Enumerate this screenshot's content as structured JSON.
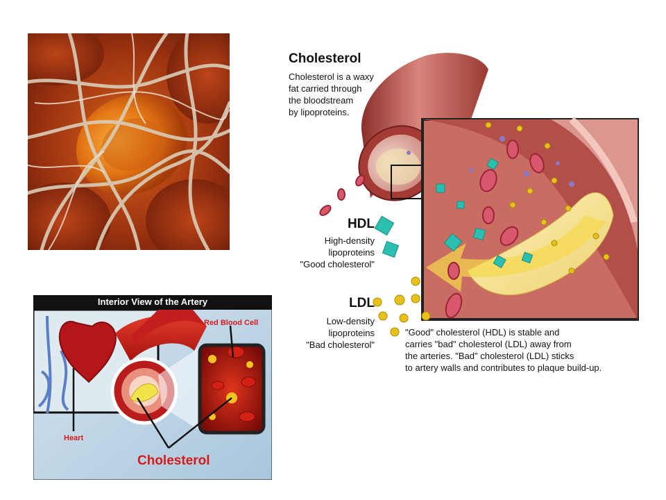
{
  "micrograph": {
    "alt": "red blood cell caught in fibrin mesh"
  },
  "artery_panel": {
    "title": "Interior View of the Artery",
    "red_blood_cell_label": "Red Blood Cell",
    "heart_label": "Heart",
    "cholesterol_label": "Cholesterol",
    "colors": {
      "banner": "#111111",
      "label_red": "#d61a1a",
      "artery": "#c41f1f",
      "background": "#bcd4e6"
    }
  },
  "diagram": {
    "title": "Cholesterol",
    "intro_lines": [
      "Cholesterol is a waxy",
      "fat carried through",
      "the bloodstream",
      "by lipoproteins."
    ],
    "hdl": {
      "heading": "HDL",
      "lines": [
        "High-density",
        "lipoproteins",
        "\"Good cholesterol\""
      ]
    },
    "ldl": {
      "heading": "LDL",
      "lines": [
        "Low-density",
        "lipoproteins",
        "\"Bad cholesterol\""
      ]
    },
    "caption_lines": [
      "\"Good\" cholesterol (HDL) is stable and",
      "carries \"bad\" cholesterol (LDL) away from",
      "the arteries. \"Bad\" cholesterol (LDL) sticks",
      "to artery walls and contributes to plaque build-up."
    ],
    "colors": {
      "hdl": "#2bbfb0",
      "ldl": "#e8c21a",
      "vessel": "#b5524f",
      "plaque": "#f3e08a"
    }
  }
}
